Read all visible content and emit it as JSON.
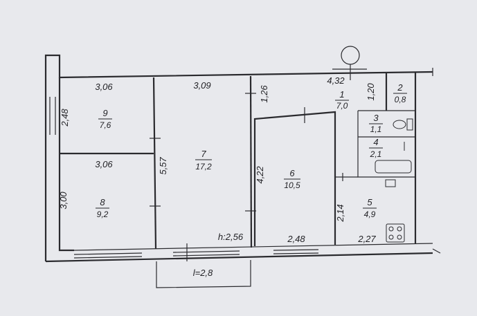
{
  "rooms": {
    "r1": {
      "num": "1",
      "area": "7,0"
    },
    "r2": {
      "num": "2",
      "area": "0,8"
    },
    "r3": {
      "num": "3",
      "area": "1,1"
    },
    "r4": {
      "num": "4",
      "area": "2,1"
    },
    "r5": {
      "num": "5",
      "area": "4,9"
    },
    "r6": {
      "num": "6",
      "area": "10,5"
    },
    "r7": {
      "num": "7",
      "area": "17,2"
    },
    "r8": {
      "num": "8",
      "area": "9,2"
    },
    "r9": {
      "num": "9",
      "area": "7,6"
    }
  },
  "dims": {
    "d_306_top": "3,06",
    "d_309": "3,09",
    "d_126": "1,26",
    "d_432": "4,32",
    "d_120": "1,20",
    "d_248_left": "2,48",
    "d_306_mid": "3,06",
    "d_557": "5,57",
    "d_422": "4,22",
    "d_300": "3,00",
    "d_214": "2,14",
    "d_height": "h:2,56",
    "d_248_bottom": "2,48",
    "d_227": "2,27",
    "d_balcony": "l=2,8"
  }
}
